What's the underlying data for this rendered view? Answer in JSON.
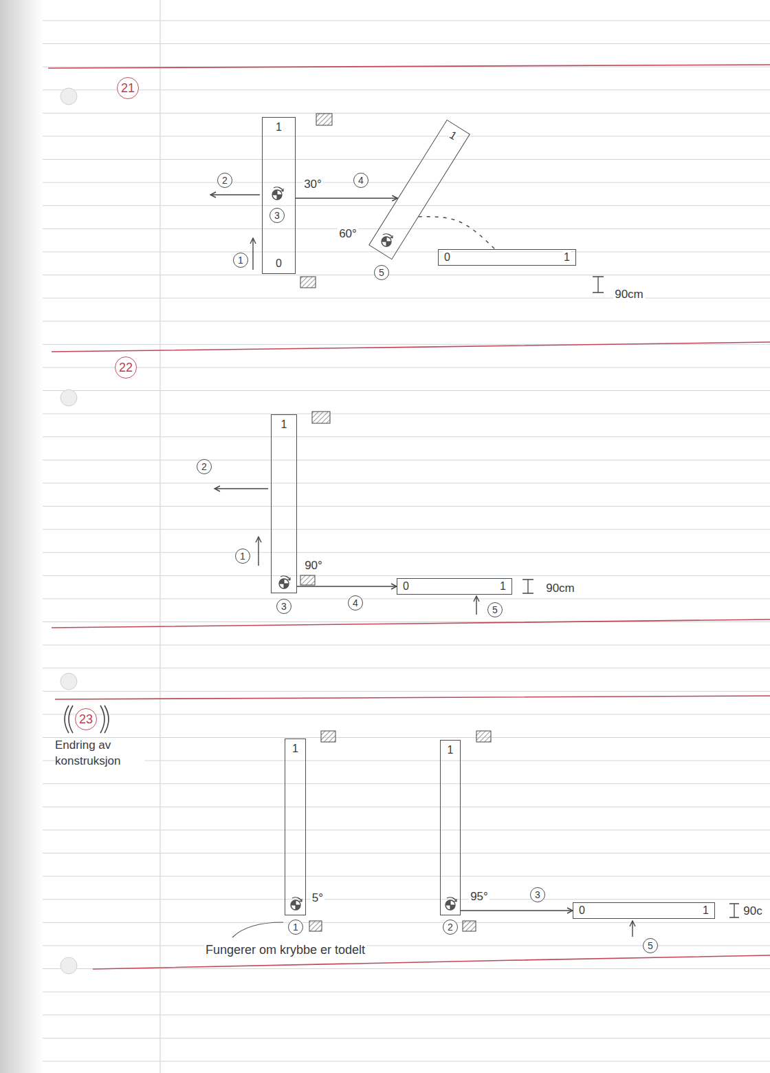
{
  "diagram": {
    "nodes": [
      {
        "text": [
          "1",
          "0"
        ]
      },
      {
        "text": [
          "1"
        ]
      },
      {
        "text": [
          "0",
          "1"
        ]
      },
      {
        "text": [
          "1"
        ]
      },
      {
        "text": [
          "0",
          "1"
        ]
      },
      {
        "text": [
          "1"
        ]
      },
      {
        "text": [
          "1"
        ]
      },
      {
        "text": [
          "0",
          "1"
        ]
      }
    ],
    "edges": [
      {
        "from": 0,
        "to": 1,
        "arrow": "to"
      },
      {
        "from": 1,
        "to": 2,
        "arrow": "none"
      },
      {
        "from": 3,
        "to": 4,
        "arrow": "to"
      },
      {
        "from": 6,
        "to": 7,
        "arrow": "to"
      }
    ],
    "labels": [
      "21",
      "2",
      "30°",
      "4",
      "60°",
      "3",
      "1",
      "5",
      "90cm",
      "22",
      "2",
      "1",
      "90°",
      "3",
      "4",
      "5",
      "90cm",
      "23",
      "Endring av konstruksjon",
      "5°",
      "95°",
      "3",
      "1",
      "2",
      "5",
      "90c",
      "Fungerer om krybbe er todelt"
    ]
  }
}
